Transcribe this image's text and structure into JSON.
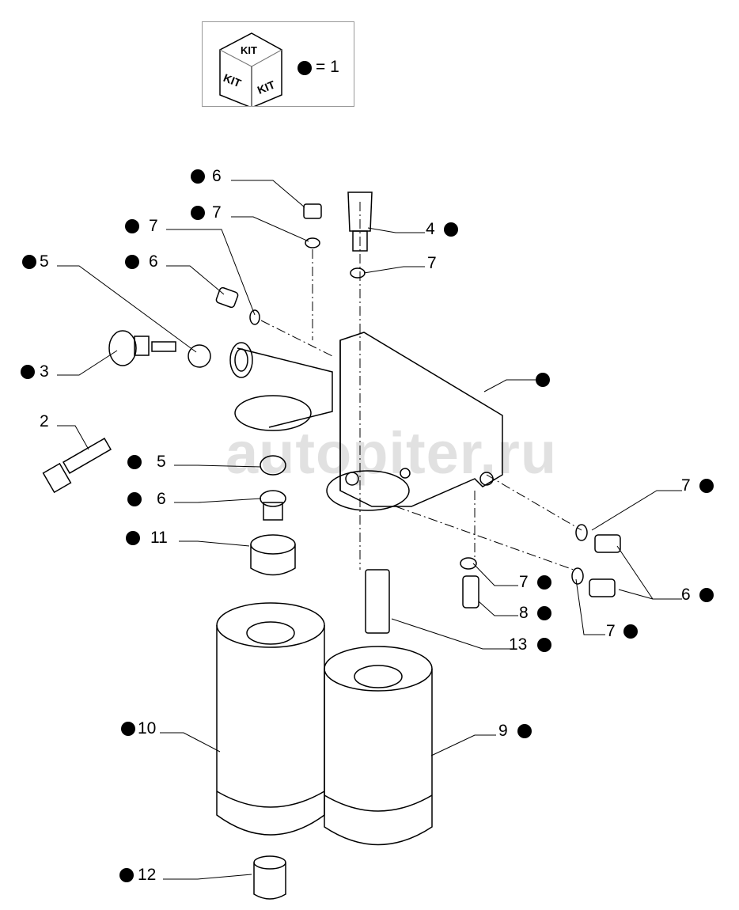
{
  "legend": {
    "kit_face_text": "KIT",
    "equals_label": "= 1"
  },
  "watermark": "autopiter.ru",
  "callouts": [
    {
      "id": "c6a",
      "label": "6"
    },
    {
      "id": "c7a",
      "label": "7"
    },
    {
      "id": "c7b",
      "label": "7"
    },
    {
      "id": "c5a",
      "label": "5"
    },
    {
      "id": "c6b",
      "label": "6"
    },
    {
      "id": "c4",
      "label": "4"
    },
    {
      "id": "c7c",
      "label": "7"
    },
    {
      "id": "c3",
      "label": "3"
    },
    {
      "id": "c2",
      "label": "2"
    },
    {
      "id": "c5b",
      "label": "5"
    },
    {
      "id": "c6c",
      "label": "6"
    },
    {
      "id": "c11",
      "label": "11"
    },
    {
      "id": "c7d",
      "label": "7"
    },
    {
      "id": "c7e",
      "label": "7"
    },
    {
      "id": "c6d",
      "label": "6"
    },
    {
      "id": "c8",
      "label": "8"
    },
    {
      "id": "c7f",
      "label": "7"
    },
    {
      "id": "c13",
      "label": "13"
    },
    {
      "id": "c10",
      "label": "10"
    },
    {
      "id": "c9",
      "label": "9"
    },
    {
      "id": "c12",
      "label": "12"
    }
  ]
}
